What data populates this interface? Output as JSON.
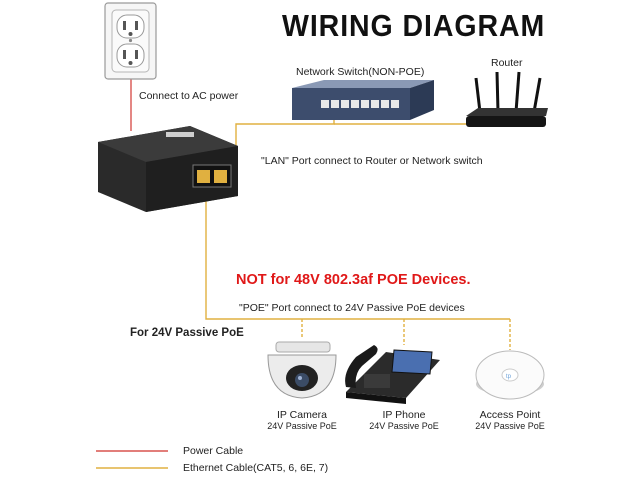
{
  "title": "WIRING DIAGRAM",
  "labels": {
    "ac_power": "Connect to AC power",
    "switch": "Network Switch(NON-POE)",
    "router": "Router",
    "lan_port": "\"LAN\" Port connect to Router or Network switch",
    "warning": "NOT for 48V 802.3af POE Devices.",
    "poe_port": "\"POE\" Port connect to 24V Passive PoE devices",
    "passive": "For 24V Passive PoE"
  },
  "devices": [
    {
      "name": "IP Camera",
      "sub": "24V Passive PoE"
    },
    {
      "name": "IP Phone",
      "sub": "24V Passive PoE"
    },
    {
      "name": "Access Point",
      "sub": "24V Passive PoE"
    }
  ],
  "legend": [
    {
      "label": "Power Cable",
      "color": "#d9534f"
    },
    {
      "label": "Ethernet Cable(CAT5, 6, 6E, 7)",
      "color": "#e0b040"
    }
  ],
  "colors": {
    "power": "#d9534f",
    "ethernet": "#e0b040",
    "warning": "#e01818"
  }
}
